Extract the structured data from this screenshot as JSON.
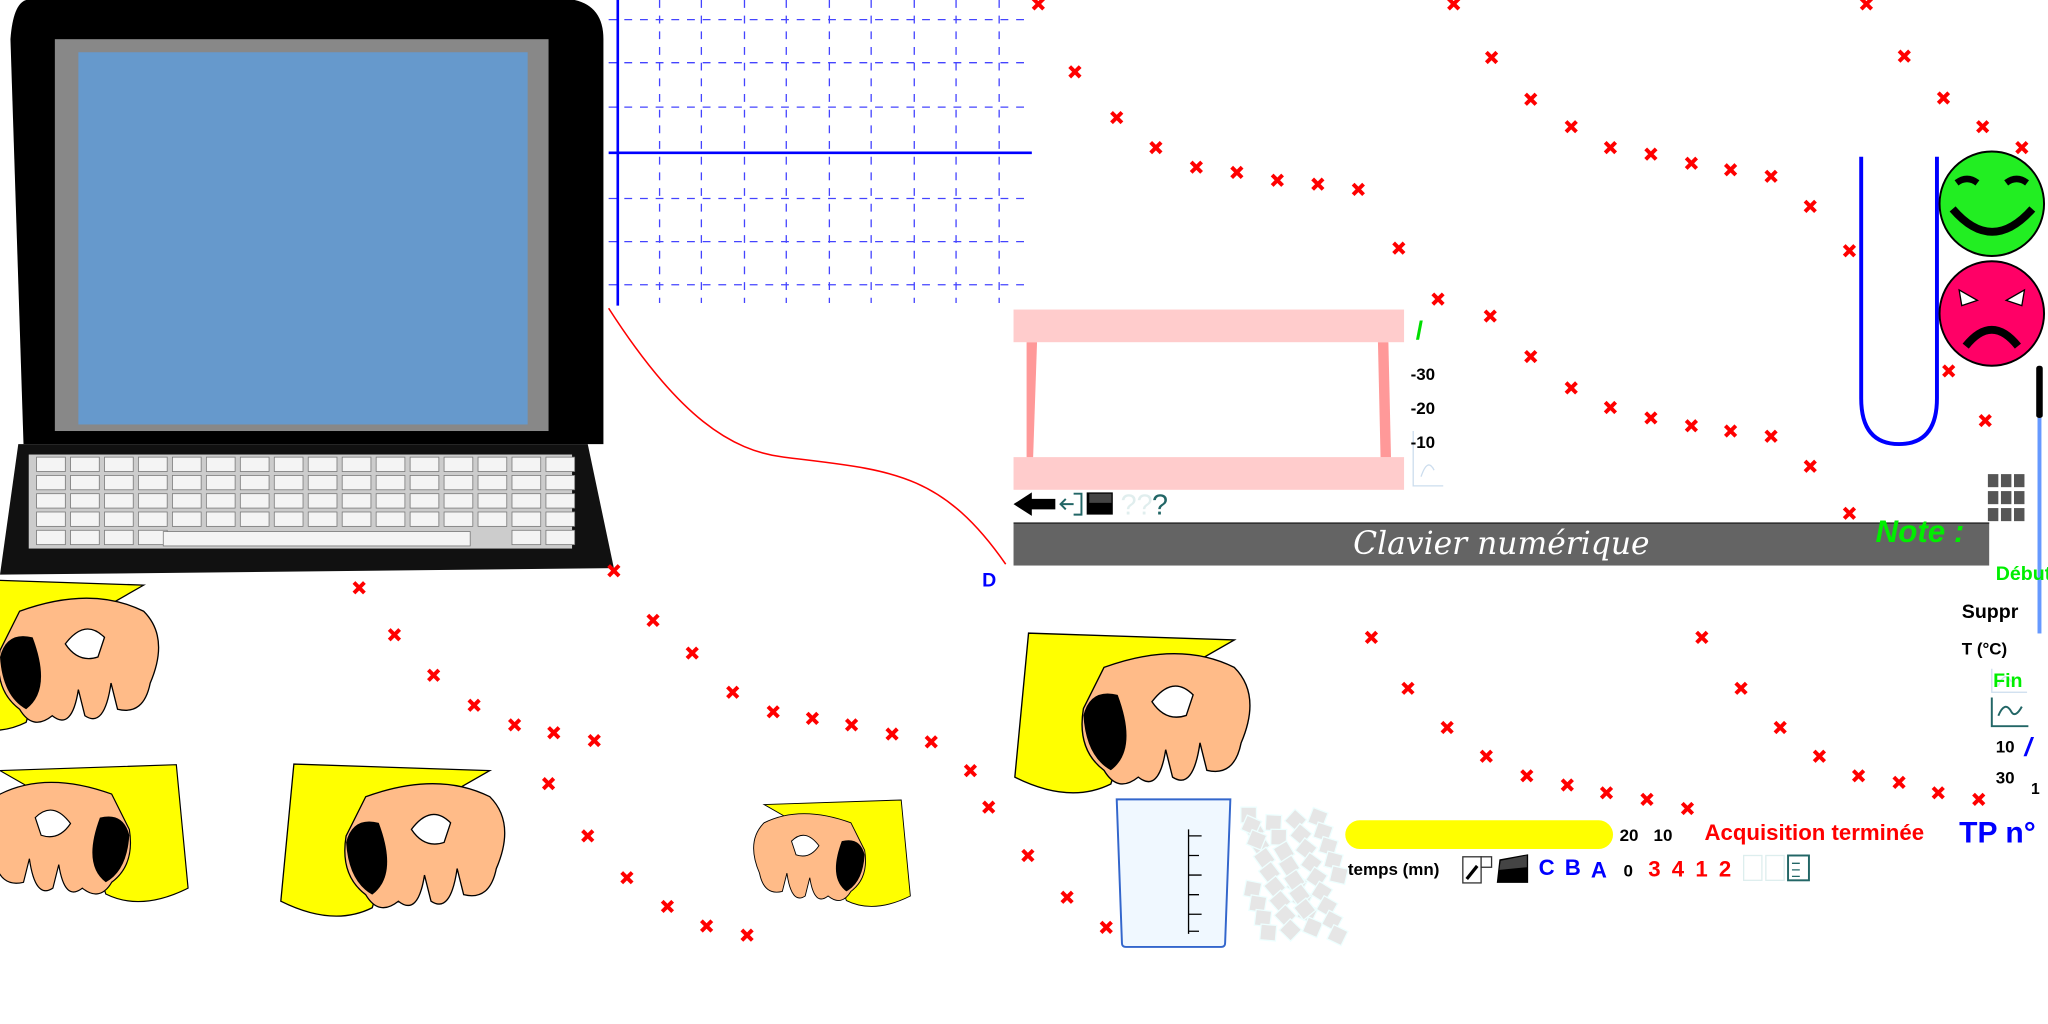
{
  "keyboard_bar": {
    "label": "Clavier numérique"
  },
  "scale_labels": [
    "-30",
    "-20",
    "-10"
  ],
  "slash_green": "/",
  "toolbar_help": "??",
  "toolbar_help2": "?",
  "curve_point": "D",
  "right_panel": {
    "note": "Note :",
    "debut": "Début",
    "suppr": "Suppr",
    "temp_label": "T (°C)",
    "fin": "Fin",
    "val_10": "10",
    "slash": "/",
    "val_30": "30",
    "val_1": "1"
  },
  "status": {
    "tick_20": "20",
    "tick_10": "10",
    "message": "Acquisition terminée",
    "tp_label": "TP n°"
  },
  "bottom_row": {
    "time_label": "temps (mn)",
    "letters": [
      "C",
      "B",
      "A"
    ],
    "zero": "0",
    "numbers": [
      "3",
      "4",
      "1",
      "2"
    ]
  },
  "colors": {
    "marker": "#ff0000",
    "accent_green": "#00dd00",
    "accent_blue": "#0000ff",
    "progress": "#ffff00",
    "screen": "#6699cc"
  }
}
